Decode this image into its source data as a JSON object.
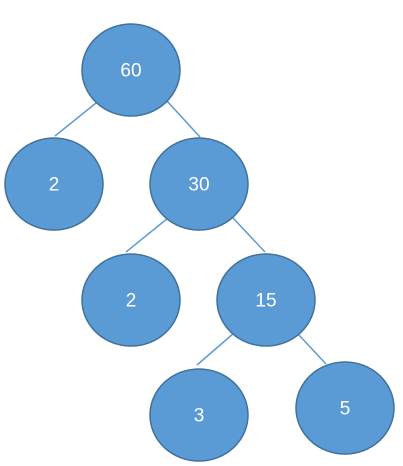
{
  "diagram": {
    "type": "tree",
    "colors": {
      "node_fill": "#5b9bd5",
      "node_border": "#41719c",
      "edge": "#5b9bd5",
      "label": "#ffffff"
    },
    "nodes": [
      {
        "id": "n60",
        "label": "60"
      },
      {
        "id": "n2a",
        "label": "2"
      },
      {
        "id": "n30",
        "label": "30"
      },
      {
        "id": "n2b",
        "label": "2"
      },
      {
        "id": "n15",
        "label": "15"
      },
      {
        "id": "n3",
        "label": "3"
      },
      {
        "id": "n5",
        "label": "5"
      }
    ],
    "edges": [
      {
        "from": "n60",
        "to": "n2a"
      },
      {
        "from": "n60",
        "to": "n30"
      },
      {
        "from": "n30",
        "to": "n2b"
      },
      {
        "from": "n30",
        "to": "n15"
      },
      {
        "from": "n15",
        "to": "n3"
      },
      {
        "from": "n15",
        "to": "n5"
      }
    ]
  }
}
